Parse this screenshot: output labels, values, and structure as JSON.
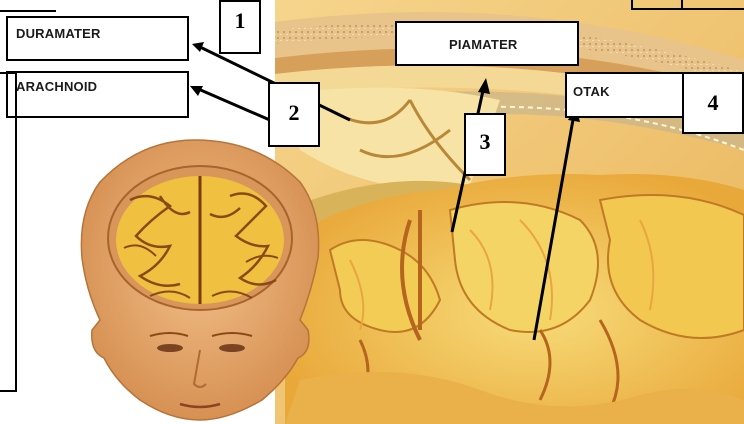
{
  "labels": {
    "duramater": "DURAMATER",
    "arachnoid": "ARACHNOID",
    "piamater": "PIAMATER",
    "otak": "OTAK"
  },
  "numbers": {
    "n1": "1",
    "n2": "2",
    "n3": "3",
    "n4": "4"
  },
  "colors": {
    "skin": "#e9a868",
    "brain_gold": "#f1c040",
    "brain_light": "#f7dc7a",
    "sulcus": "#b86a22",
    "membrane": "#d9c7a0",
    "skull": "#d69a58"
  }
}
